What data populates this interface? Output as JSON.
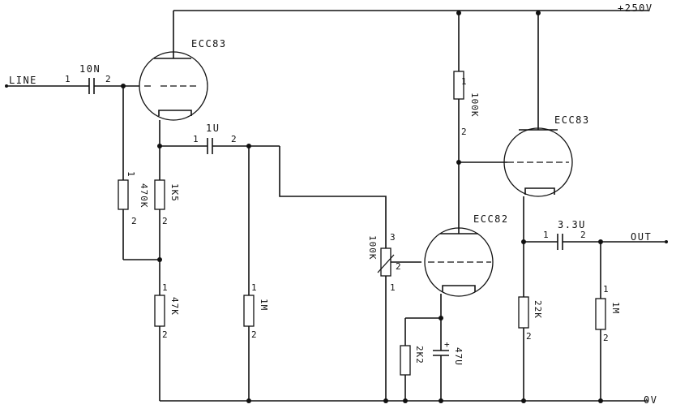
{
  "rails": {
    "supply": "+250V",
    "ground": "0V",
    "input": "LINE",
    "output": "OUT"
  },
  "tubes": {
    "v1": "ECC83",
    "v2": "ECC82",
    "v3": "ECC83"
  },
  "components": {
    "c_in": "10N",
    "c_couple": "1U",
    "c_bypass": "47U",
    "c_out": "3.3U",
    "r_grid": "470K",
    "r_cath1": "1K5",
    "r_bias": "47K",
    "r_load": "1M",
    "pot": "100K",
    "r_cath2": "2K2",
    "r_plate": "100K",
    "r_cath3": "22K",
    "r_outload": "1M"
  },
  "pins": {
    "p1": "1",
    "p2": "2",
    "p3": "3",
    "plus": "+"
  }
}
